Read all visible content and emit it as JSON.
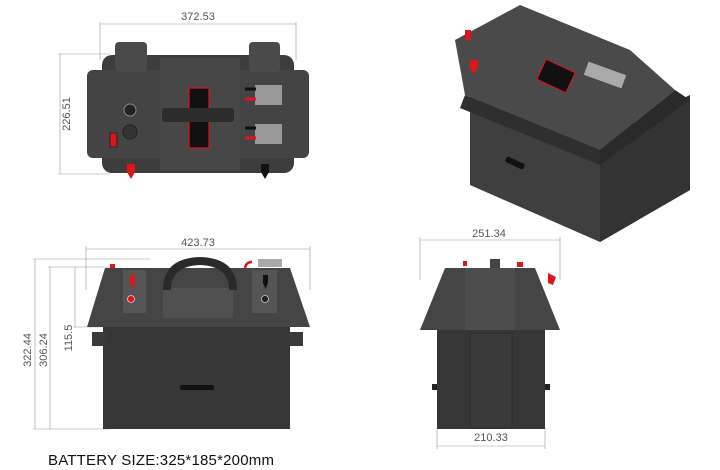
{
  "title": "Battery box dimension drawing",
  "top_view": {
    "width_dim": "372.53",
    "depth_dim": "226.51"
  },
  "front_view": {
    "width_dim": "423.73",
    "total_height_dim": "322.44",
    "body_height_dim": "306.24",
    "lid_height_dim": "115.5"
  },
  "side_view": {
    "top_width_dim": "251.34",
    "bottom_width_dim": "210.33"
  },
  "caption": "BATTERY SIZE:325*185*200mm",
  "colors": {
    "box": "#3a3a3a",
    "box_light": "#555555",
    "accent_red": "#e0141b",
    "dim_line": "#999999"
  }
}
